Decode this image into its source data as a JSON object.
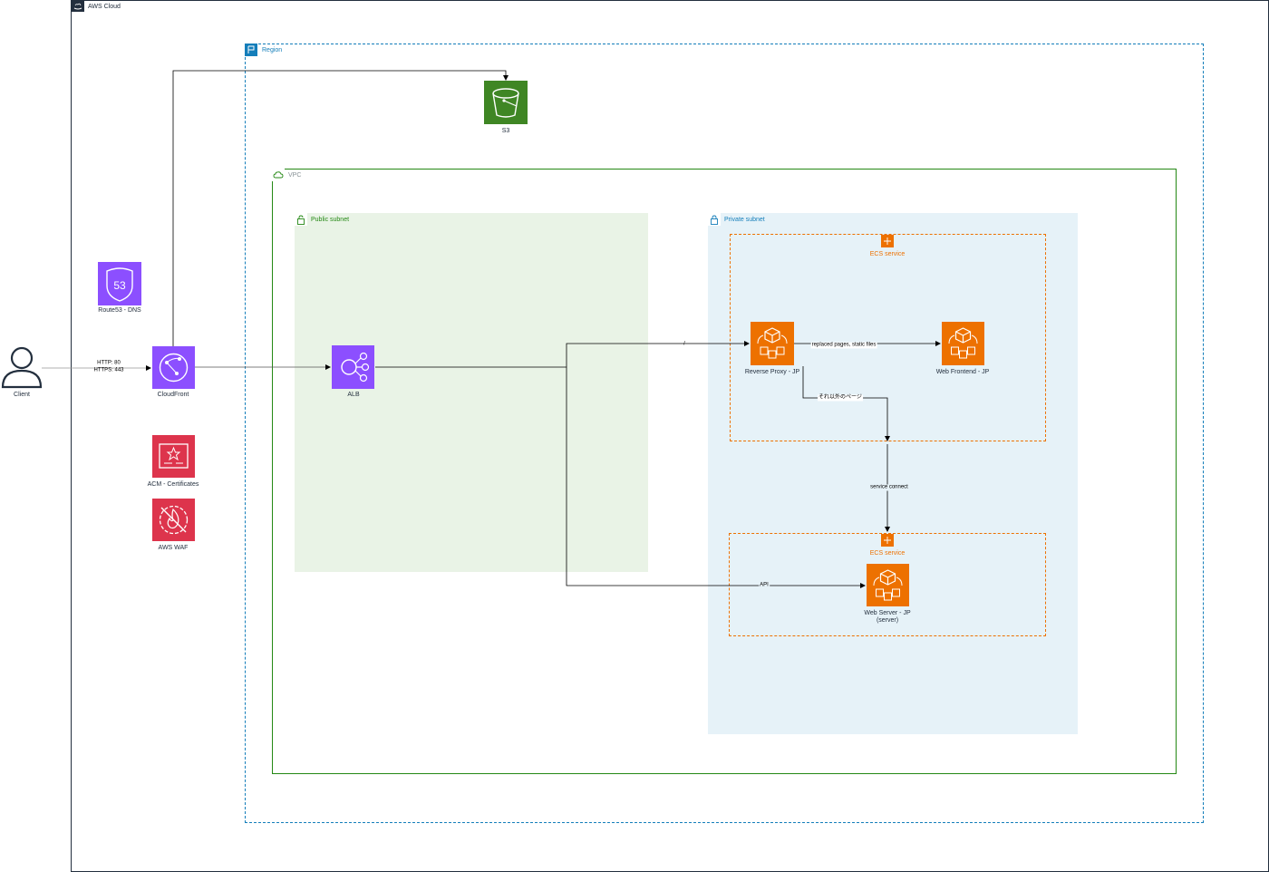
{
  "groups": {
    "aws_cloud": "AWS Cloud",
    "region": "Region",
    "vpc": "VPC",
    "public_subnet": "Public subnet",
    "private_subnet": "Private subnet",
    "ecs_service_1": "ECS service",
    "ecs_service_2": "ECS service"
  },
  "nodes": {
    "client": "Client",
    "route53": "Route53 - DNS",
    "cloudfront": "CloudFront",
    "acm": "ACM - Certificates",
    "waf": "AWS WAF",
    "s3": "S3",
    "alb": "ALB",
    "reverse_proxy": "Reverse Proxy - JP",
    "web_frontend": "Web Frontend - JP",
    "web_server_line1": "Web Server - JP",
    "web_server_line2": "(server)"
  },
  "edges": {
    "client_http": "HTTP: 80",
    "client_https": "HTTPS: 443",
    "proxy_to_frontend": "replaced pages, static files",
    "proxy_other": "それ以外のページ",
    "service_connect": "service connect",
    "api": "API",
    "alb_to_proxy": "/"
  },
  "colors": {
    "network_purple": "#8c4fff",
    "storage_green": "#3f8624",
    "security_red": "#dd344c",
    "compute_orange": "#ed7100",
    "region_blue": "#147eba",
    "vpc_green": "#248814",
    "public_fill": "#e9f3e6",
    "private_fill": "#e6f2f8",
    "private_blue": "#147eba"
  }
}
